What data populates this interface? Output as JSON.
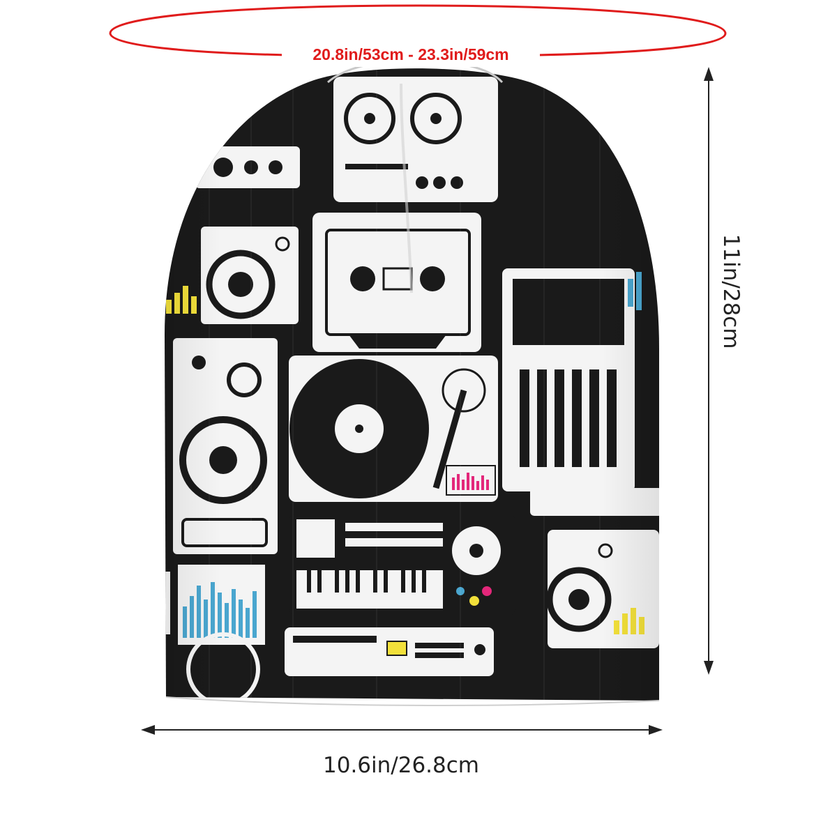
{
  "measurements": {
    "circumference": "20.8in/53cm - 23.3in/59cm",
    "height": "11in/28cm",
    "width": "10.6in/26.8cm"
  },
  "colors": {
    "circumference": "#e01b1b",
    "dimension_lines": "#222222",
    "print_black": "#1a1a1a",
    "print_white": "#f4f4f4",
    "accent_yellow": "#f2e03a",
    "accent_blue": "#4aa6cf",
    "accent_pink": "#e3277a"
  },
  "product": {
    "pattern_icons": [
      "reel-to-reel-icon",
      "cassette-tape-icon",
      "turntable-icon",
      "speaker-icon",
      "synth-keyboard-icon",
      "mixer-icon",
      "equalizer-icon",
      "amplifier-icon",
      "boombox-icon"
    ]
  }
}
